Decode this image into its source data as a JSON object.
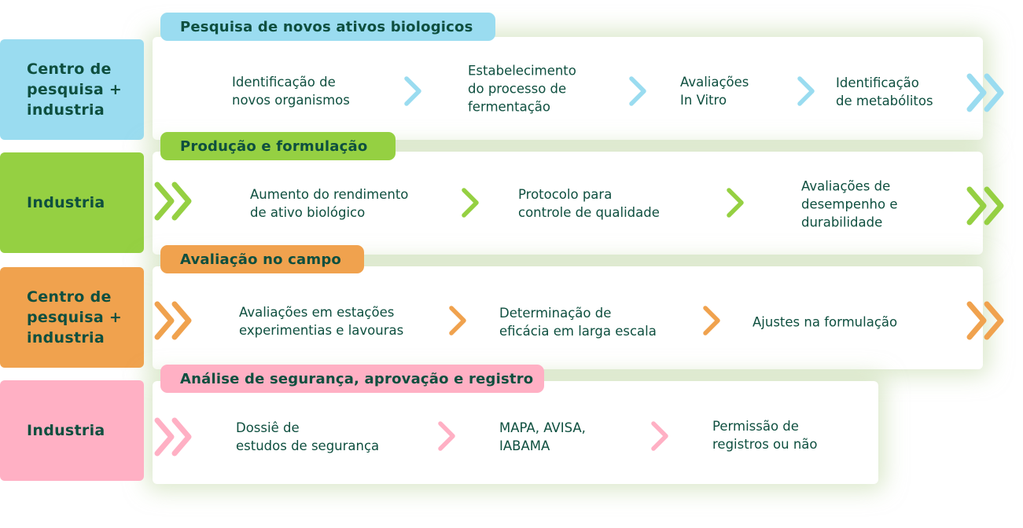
{
  "colors": {
    "blue": "#9adcf0",
    "green": "#95d042",
    "orange": "#f0a24e",
    "pink": "#ffb0c4",
    "text": "#0e4f3f"
  },
  "rows": [
    {
      "actor": "Centro de\npesquisa +\nindustria",
      "stage": "Pesquisa de novos  ativos biologicos",
      "steps": [
        "Identificação de\nnovos organismos",
        "Estabelecimento\ndo processo de\nfermentação",
        "Avaliações\nIn Vitro",
        "Identificação\nde metabólitos"
      ]
    },
    {
      "actor": "Industria",
      "stage": "Produção e formulação",
      "steps": [
        "Aumento do rendimento\nde ativo biológico",
        "Protocolo para\ncontrole de qualidade",
        "Avaliações de\ndesempenho e\ndurabilidade"
      ]
    },
    {
      "actor": "Centro de\npesquisa +\nindustria",
      "stage": "Avaliação no campo",
      "steps": [
        "Avaliações em estações\nexperimentias e lavouras",
        "Determinação de\neficácia em larga escala",
        "Ajustes na formulação"
      ]
    },
    {
      "actor": "Industria",
      "stage": "Análise de segurança, aprovação e registro",
      "steps": [
        "Dossiê de\nestudos de segurança",
        "MAPA, AVISA,\nIABAMA",
        "Permissão de\nregistros ou não"
      ]
    }
  ]
}
